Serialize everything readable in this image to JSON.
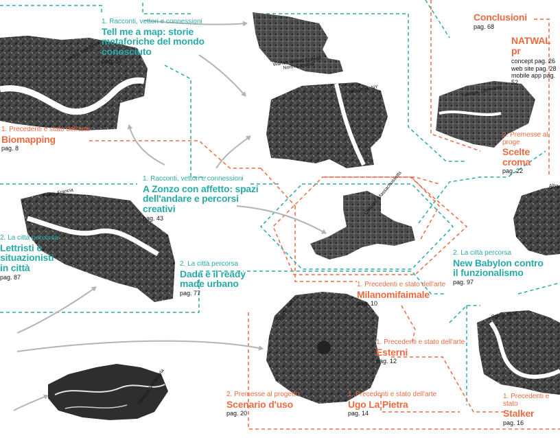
{
  "colors": {
    "teal": "#2aaaa7",
    "orange": "#ec6a42",
    "map": "#3a3a3a",
    "arrow": "#b4b4b4"
  },
  "nodes": {
    "tell_me_a_map": {
      "section": "1. Racconti, vettori e connessioni",
      "title_lines": [
        "Tell me a map: storie",
        "metaforiche del mondo",
        "conosciuto"
      ],
      "page": "pag. 57"
    },
    "biomapping": {
      "section": "1. Precedenti e stato dell'arte",
      "title": "Biomapping",
      "page": "pag. 8"
    },
    "a_zonzo": {
      "section": "1. Racconti, vettori e connessioni",
      "title_lines": [
        "A Zonzo con affetto: spazi",
        "dell'andare e percorsi",
        "creativi"
      ],
      "page": "pag. 43"
    },
    "lettristi": {
      "section": "2. La città percorsa",
      "title_lines": [
        "Lettristi e",
        "situazionisti",
        "in città"
      ],
      "page": "pag. 87"
    },
    "dada": {
      "section": "2. La città percorsa",
      "title_lines": [
        "Dada e il ready",
        "made urbano"
      ],
      "page": "pag. 77"
    },
    "conclusioni": {
      "title": "Conclusioni",
      "page": "pag. 68"
    },
    "natwal": {
      "title": "NATWAL pr",
      "items": [
        "concept pag. 26",
        "web site pag. 28",
        "mobile app pag. 52"
      ]
    },
    "scelte": {
      "section": "2. Premesse al proge",
      "title": "Scelte croma",
      "page": "pag. 22"
    },
    "new_babylon": {
      "section": "2. La città percorsa",
      "title_lines": [
        "New Babylon contro",
        "il funzionalismo"
      ],
      "page": "pag. 97"
    },
    "milanomifaimale": {
      "section": "1. Precedenti e stato dell'arte",
      "title": "Milanomifaimale",
      "page": "pag. 10"
    },
    "esterni": {
      "section": "1. Precedenti e stato dell'arte",
      "title": "Esterni",
      "page": "pag. 12"
    },
    "scenario": {
      "section": "2. Premesse al progetto",
      "title": "Scenario d'uso",
      "page": "pag. 20"
    },
    "ugo": {
      "section": "1. Precedenti e stato dell'arte",
      "title": "Ugo La Pietra",
      "page": "pag. 14"
    },
    "stalker": {
      "section": "1. Precedenti e stato",
      "title": "Stalker",
      "page": "pag. 16"
    }
  },
  "place_labels": {
    "londra": "Londra, Inghilterra",
    "warren_lines": [
      "Warren Wilson College,",
      "North Carolina"
    ],
    "newyork": "New York, NY",
    "tubinga": "Tubinga, Germania",
    "parigi": "Parigi, Francia",
    "concord": "Concord, Massachussetts",
    "albi": "Alba",
    "milano": "Milano, Italia",
    "roma": "Roma, Italia",
    "orinoco": "Orinoco, Venezuela"
  }
}
